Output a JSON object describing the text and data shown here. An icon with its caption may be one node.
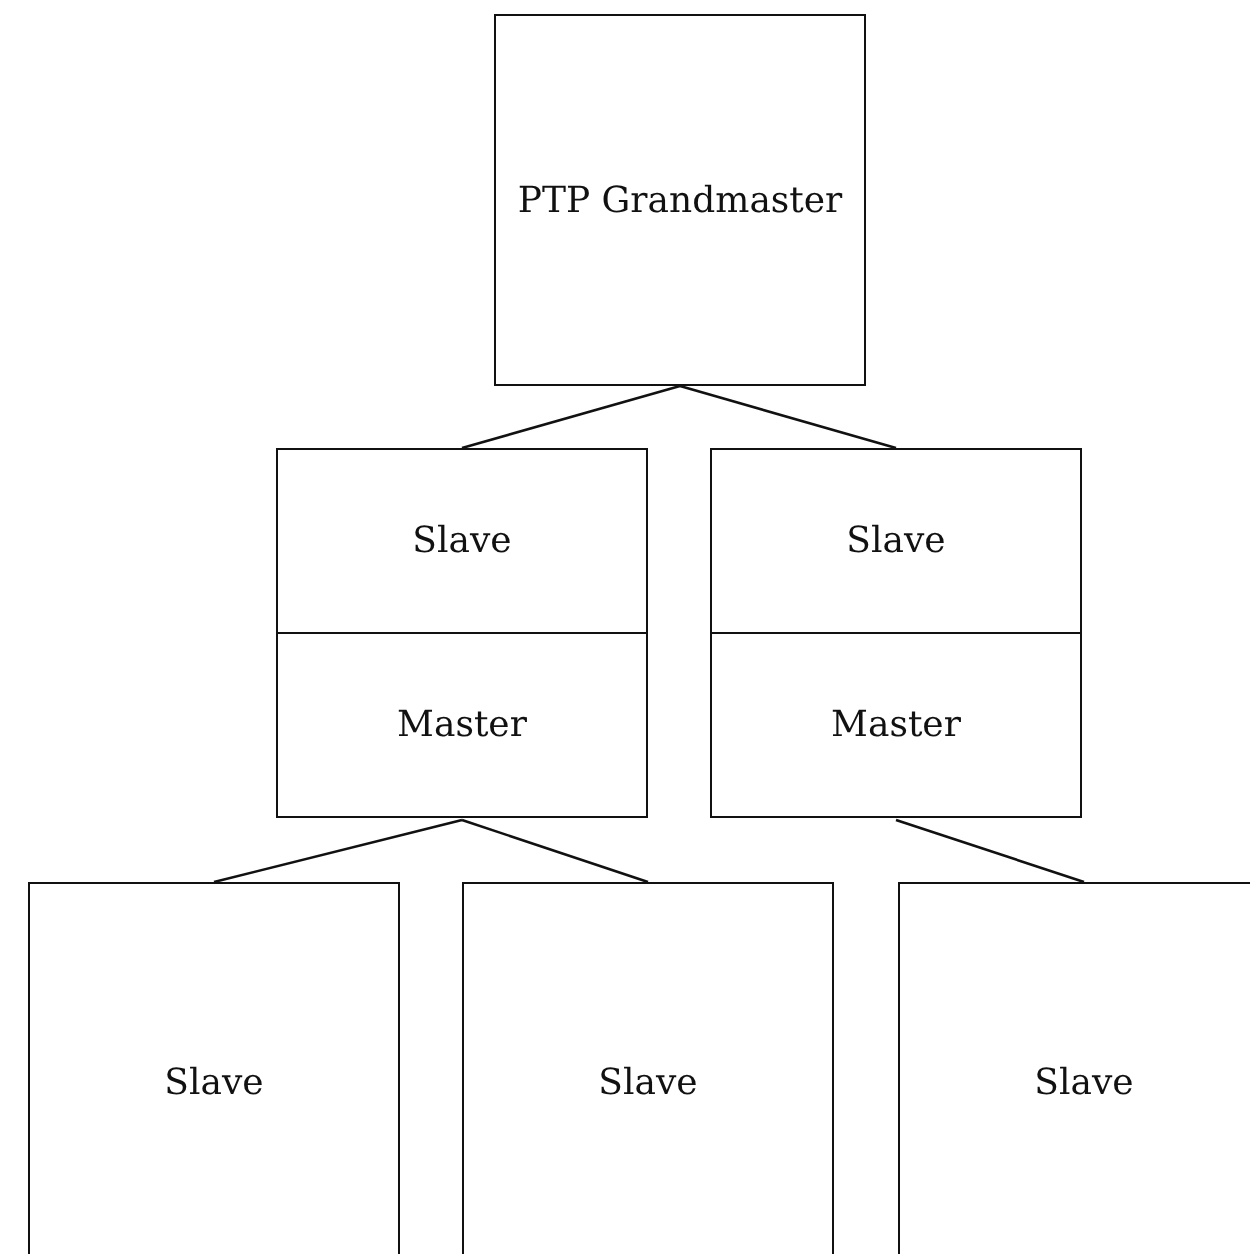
{
  "diagram": {
    "nodes": [
      {
        "text": [
          "PTP Grandmaster"
        ]
      },
      {
        "text": [
          "Slave"
        ]
      },
      {
        "text": [
          "Master"
        ]
      },
      {
        "text": [
          "Slave"
        ]
      },
      {
        "text": [
          "Master"
        ]
      },
      {
        "text": [
          "Slave"
        ]
      },
      {
        "text": [
          "Slave"
        ]
      },
      {
        "text": [
          "Slave"
        ]
      }
    ],
    "edges": [
      {
        "from": 0,
        "to": 1,
        "arrow": "none"
      },
      {
        "from": 0,
        "to": 3,
        "arrow": "none"
      },
      {
        "from": 2,
        "to": 5,
        "arrow": "none"
      },
      {
        "from": 2,
        "to": 6,
        "arrow": "none"
      },
      {
        "from": 4,
        "to": 7,
        "arrow": "none"
      }
    ]
  }
}
